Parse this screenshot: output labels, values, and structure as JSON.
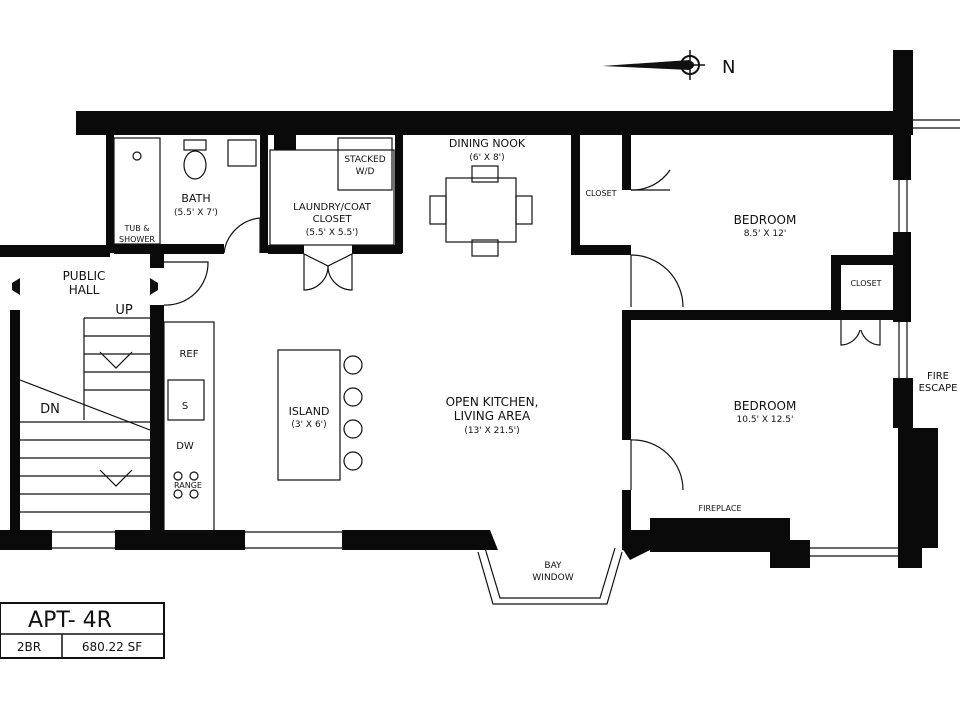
{
  "compass": {
    "label": "N",
    "icon": "compass-rose-icon"
  },
  "rooms": {
    "dining": {
      "name": "DINING NOOK",
      "dims": "(6' X 8')"
    },
    "bath": {
      "name": "BATH",
      "dims": "(5.5' X 7')"
    },
    "tub": {
      "line1": "TUB &",
      "line2": "SHOWER"
    },
    "laundry": {
      "line1": "LAUNDRY/COAT",
      "line2": "CLOSET",
      "dims": "(5.5' X 5.5')"
    },
    "stacked": {
      "line1": "STACKED",
      "line2": "W/D"
    },
    "closet_top": "CLOSET",
    "bedroom1": {
      "name": "BEDROOM",
      "dims": "8.5' X 12'"
    },
    "closet_right": "CLOSET",
    "fire_escape": {
      "line1": "FIRE",
      "line2": "ESCAPE"
    },
    "public_hall": {
      "line1": "PUBLIC",
      "line2": "HALL"
    },
    "up": "UP",
    "dn": "DN",
    "ref": "REF",
    "sink": "S",
    "dw": "DW",
    "range": "RANGE",
    "island": {
      "name": "ISLAND",
      "dims": "(3' X 6')"
    },
    "living": {
      "line1": "OPEN KITCHEN,",
      "line2": "LIVING AREA",
      "dims": "(13' X 21.5')"
    },
    "bedroom2": {
      "name": "BEDROOM",
      "dims": "10.5' X 12.5'"
    },
    "fireplace": "FIREPLACE",
    "bay": {
      "line1": "BAY",
      "line2": "WINDOW"
    }
  },
  "title_block": {
    "apt": "APT- 4R",
    "beds": "2BR",
    "area": "680.22 SF"
  }
}
